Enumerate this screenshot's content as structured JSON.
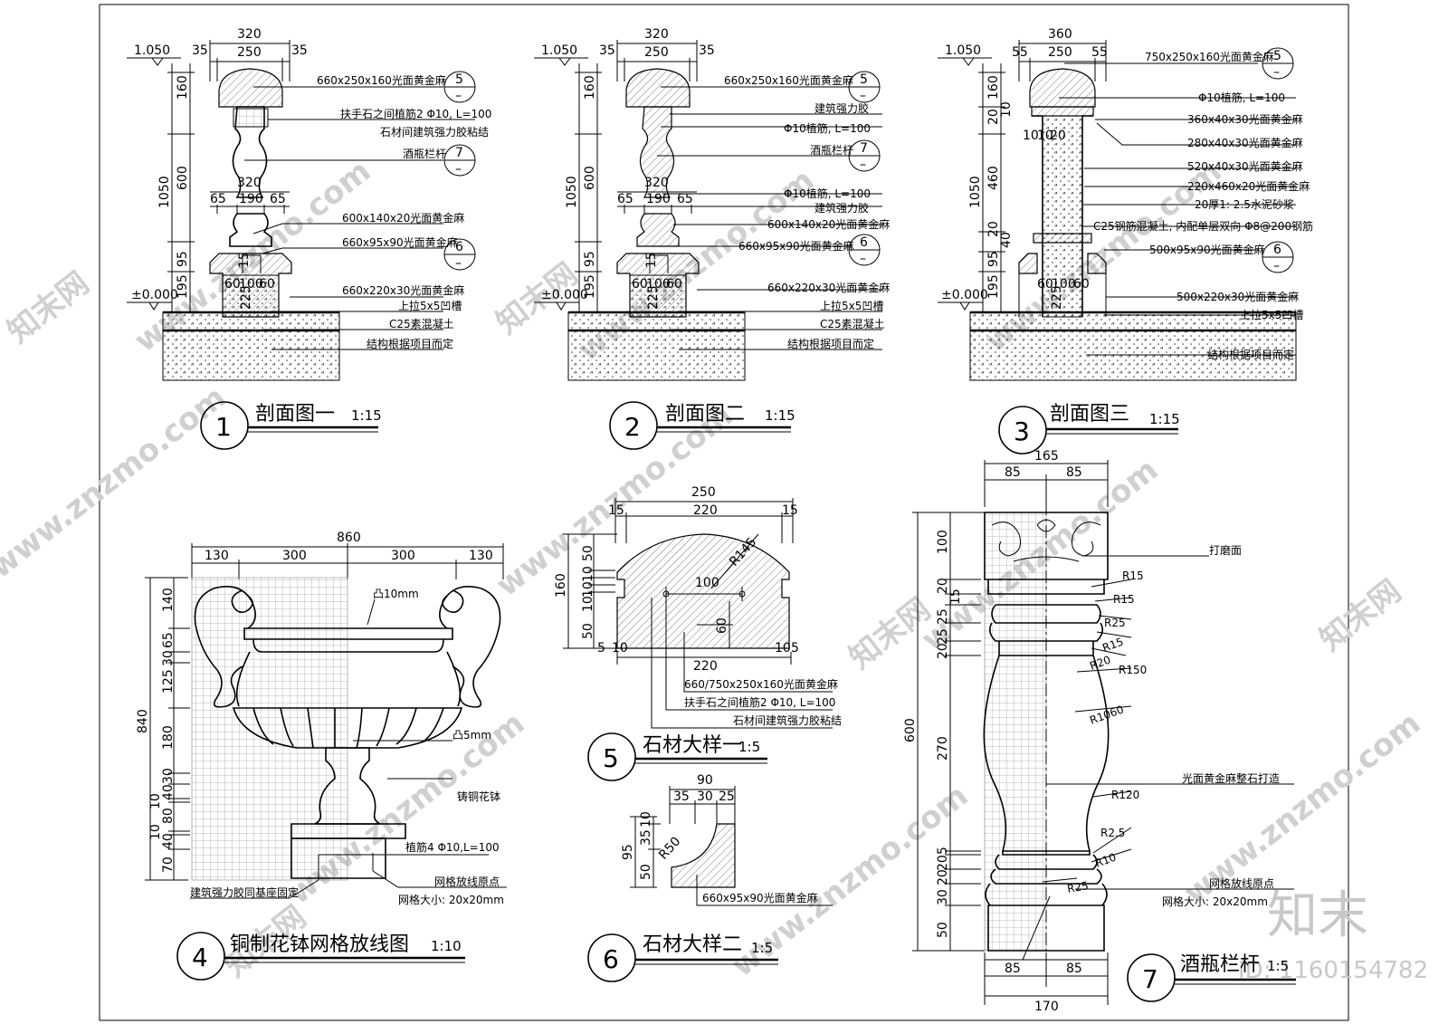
{
  "watermarks": {
    "site": "www.znzmo.com",
    "brand": "知末网",
    "logo": "知末",
    "id": "ID: 1160154782"
  },
  "views": {
    "s1": {
      "number": "1",
      "title": "剖面图一",
      "scale": "1:15",
      "elevation_top": "1.050",
      "elevation_zero": "±0.000",
      "dims_top": [
        "320",
        "35",
        "250",
        "35"
      ],
      "dims_mid": [
        "320",
        "65",
        "190",
        "65"
      ],
      "dims_bottom": [
        "60",
        "100",
        "60",
        "225",
        "15"
      ],
      "dims_side": [
        "160",
        "600",
        "1050",
        "95",
        "195"
      ],
      "labels": [
        "660x250x160光面黄金麻",
        "扶手石之间植筋2 Φ10, L=100",
        "石材间建筑强力胶粘结",
        "酒瓶栏杆",
        "600x140x20光面黄金麻",
        "660x95x90光面黄金麻",
        "660x220x30光面黄金麻",
        "上拉5x5凹槽",
        "C25素混凝土",
        "结构根据项目而定"
      ],
      "refs": [
        {
          "n": "5",
          "d": "–"
        },
        {
          "n": "7",
          "d": "–"
        },
        {
          "n": "6",
          "d": "–"
        }
      ]
    },
    "s2": {
      "number": "2",
      "title": "剖面图二",
      "scale": "1:15",
      "elevation_top": "1.050",
      "elevation_zero": "±0.000",
      "dims_top": [
        "320",
        "35",
        "250",
        "35"
      ],
      "dims_mid": [
        "320",
        "65",
        "190",
        "65"
      ],
      "dims_bottom": [
        "60",
        "100",
        "60",
        "225",
        "15"
      ],
      "dims_side": [
        "160",
        "600",
        "1050",
        "95",
        "195"
      ],
      "labels": [
        "660x250x160光面黄金麻",
        "建筑强力胶",
        "Φ10植筋, L=100",
        "酒瓶栏杆",
        "Φ10植筋, L=100",
        "建筑强力胶",
        "600x140x20光面黄金麻",
        "660x95x90光面黄金麻",
        "660x220x30光面黄金麻",
        "上拉5x5凹槽",
        "C25素混凝土",
        "结构根据项目而定"
      ],
      "refs": [
        {
          "n": "5",
          "d": "–"
        },
        {
          "n": "7",
          "d": "–"
        },
        {
          "n": "6",
          "d": "–"
        }
      ]
    },
    "s3": {
      "number": "3",
      "title": "剖面图三",
      "scale": "1:15",
      "elevation_top": "1.050",
      "elevation_zero": "±0.000",
      "dims_top": [
        "360",
        "55",
        "250",
        "55"
      ],
      "dims_inner": [
        "10",
        "10",
        "20"
      ],
      "dims_bottom": [
        "60",
        "100",
        "60",
        "225"
      ],
      "dims_side": [
        "160",
        "20",
        "10",
        "460",
        "1050",
        "20",
        "40",
        "95",
        "195"
      ],
      "labels": [
        "750x250x160光面黄金麻",
        "Φ10植筋, L=100",
        "360x40x30光面黄金麻",
        "280x40x30光面黄金麻",
        "520x40x30光面黄金麻",
        "220x460x20光面黄金麻",
        "20厚1: 2.5水泥砂浆",
        "C25钢筋混凝土, 内配单层双向 Φ8@200钢筋",
        "500x95x90光面黄金麻",
        "500x220x30光面黄金麻",
        "上拉5x5凹槽",
        "结构根据项目而定"
      ],
      "refs": [
        {
          "n": "5",
          "d": "–"
        },
        {
          "n": "6",
          "d": "–"
        }
      ]
    },
    "s4": {
      "number": "4",
      "title": "铜制花钵网格放线图",
      "scale": "1:10",
      "dims_top": [
        "860",
        "130",
        "300",
        "300",
        "130"
      ],
      "dims_side": [
        "840",
        "140",
        "65",
        "30",
        "125",
        "180",
        "30",
        "40",
        "10",
        "80",
        "10",
        "40",
        "70"
      ],
      "labels": [
        "凸10mm",
        "凸5mm",
        "铸铜花钵",
        "植筋4 Φ10,L=100",
        "建筑强力胶同基座固定",
        "网格放线原点",
        "网格大小: 20x20mm"
      ]
    },
    "s5": {
      "number": "5",
      "title": "石材大样一",
      "scale": "1:5",
      "dims_top": [
        "250",
        "15",
        "220",
        "15"
      ],
      "dims_side": [
        "160",
        "50",
        "10",
        "10",
        "10",
        "50"
      ],
      "dims_inner": [
        "R145",
        "100",
        "60",
        "220",
        "5",
        "10",
        "10",
        "5"
      ],
      "labels": [
        "660/750x250x160光面黄金麻",
        "扶手石之间植筋2 Φ10, L=100",
        "石材间建筑强力胶粘结"
      ]
    },
    "s6": {
      "number": "6",
      "title": "石材大样二",
      "scale": "1:5",
      "dims_top": [
        "90",
        "35",
        "30",
        "25"
      ],
      "dims_side": [
        "95",
        "10",
        "35",
        "50"
      ],
      "dims_inner": [
        "R50"
      ],
      "labels": [
        "660x95x90光面黄金麻"
      ]
    },
    "s7": {
      "number": "7",
      "title": "酒瓶栏杆",
      "scale": "1:5",
      "dims_top": [
        "165",
        "85",
        "85"
      ],
      "dims_bottom": [
        "85",
        "85",
        "170"
      ],
      "dims_side": [
        "600",
        "100",
        "20",
        "15",
        "25",
        "25",
        "20",
        "270",
        "5",
        "20",
        "20",
        "30",
        "50"
      ],
      "radii": [
        "R15",
        "R15",
        "R25",
        "R15",
        "R20",
        "R150",
        "R1060",
        "R120",
        "R2.5",
        "R10",
        "R25"
      ],
      "labels": [
        "打磨面",
        "光面黄金麻整石打造",
        "网格放线原点",
        "网格大小: 20x20mm"
      ]
    }
  }
}
